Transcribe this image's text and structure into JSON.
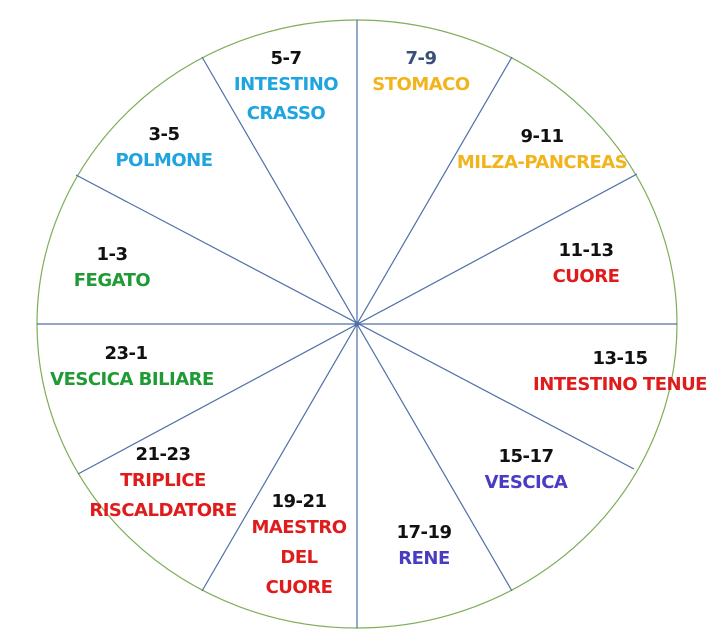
{
  "diagram": {
    "title": "",
    "type": "organ-clock",
    "colors": {
      "circle_stroke": "#7fae5a",
      "spoke_stroke": "#4f6fa8",
      "hours_default": "#111111",
      "hours_stomaco": "#3a4f7a",
      "light_blue": "#1ea5df",
      "yellow": "#f2b41d",
      "red": "#e01b1b",
      "green": "#1f9a34",
      "purple": "#4a3cc2"
    },
    "segments": [
      {
        "id": "fegato",
        "hours": "1-3",
        "organ": "FEGATO",
        "color": "#1f9a34"
      },
      {
        "id": "polmone",
        "hours": "3-5",
        "organ": "POLMONE",
        "color": "#1ea5df"
      },
      {
        "id": "intestino-crasso",
        "hours": "5-7",
        "organ_line1": "INTESTINO",
        "organ_line2": "CRASSO",
        "color": "#1ea5df"
      },
      {
        "id": "stomaco",
        "hours": "7-9",
        "organ": "STOMACO",
        "color": "#f2b41d",
        "hours_color": "#3a4f7a"
      },
      {
        "id": "milza-pancreas",
        "hours": "9-11",
        "organ": "MILZA-PANCREAS",
        "color": "#f2b41d"
      },
      {
        "id": "cuore",
        "hours": "11-13",
        "organ": "CUORE",
        "color": "#e01b1b"
      },
      {
        "id": "intestino-tenue",
        "hours": "13-15",
        "organ": "INTESTINO TENUE",
        "color": "#e01b1b"
      },
      {
        "id": "vescica",
        "hours": "15-17",
        "organ": "VESCICA",
        "color": "#4a3cc2"
      },
      {
        "id": "rene",
        "hours": "17-19",
        "organ": "RENE",
        "color": "#4a3cc2"
      },
      {
        "id": "maestro-del-cuore",
        "hours": "19-21",
        "organ_line1": "MAESTRO",
        "organ_line2": "DEL",
        "organ_line3": "CUORE",
        "color": "#e01b1b"
      },
      {
        "id": "triplice-riscaldatore",
        "hours": "21-23",
        "organ_line1": "TRIPLICE",
        "organ_line2": "RISCALDATORE",
        "color": "#e01b1b"
      },
      {
        "id": "vescica-biliare",
        "hours": "23-1",
        "organ": "VESCICA BILIARE",
        "color": "#1f9a34"
      }
    ]
  }
}
